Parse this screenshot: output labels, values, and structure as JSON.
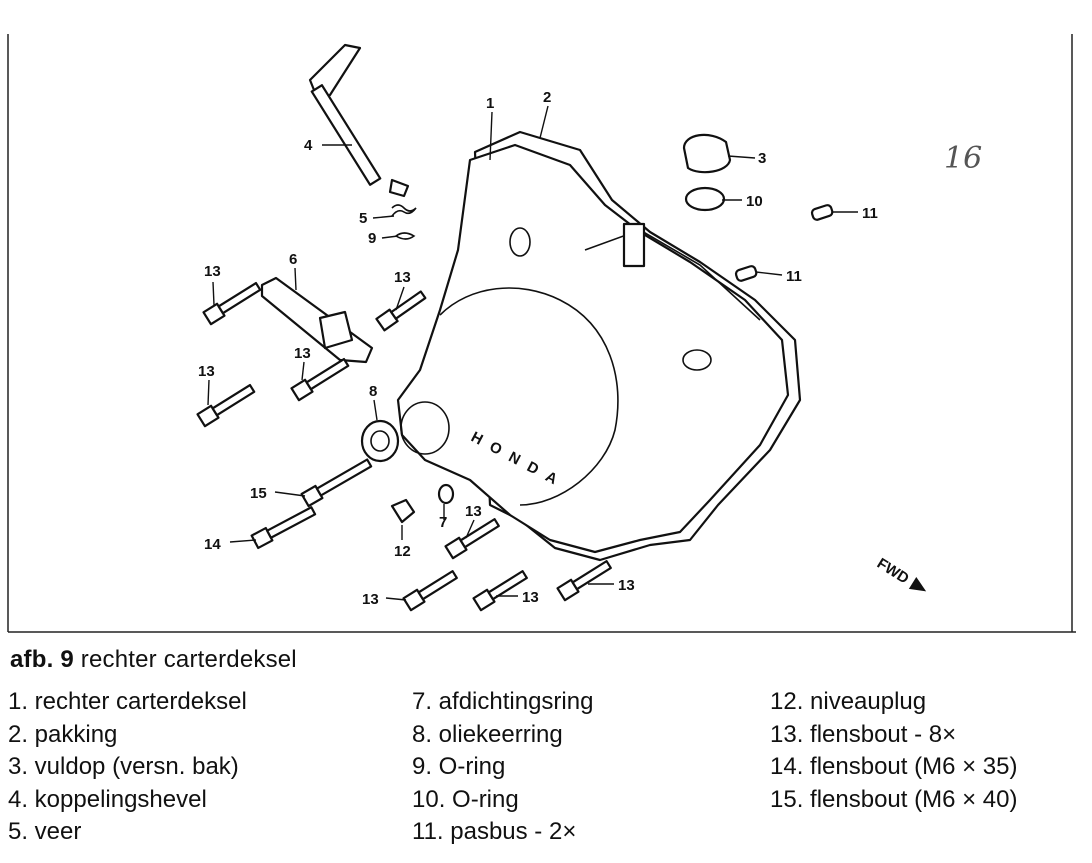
{
  "page_number": "16",
  "caption": {
    "prefix": "afb. 9",
    "text": " rechter carterdeksel"
  },
  "fwd_label": "FWD",
  "cover_logo": "HONDA",
  "callouts": [
    "1",
    "2",
    "3",
    "4",
    "5",
    "6",
    "7",
    "8",
    "9",
    "10",
    "11",
    "12",
    "13",
    "14",
    "15"
  ],
  "legend": {
    "col1": [
      "1. rechter carterdeksel",
      "2. pakking",
      "3. vuldop (versn. bak)",
      "4. koppelingshevel",
      "5. veer"
    ],
    "col2": [
      "7. afdichtingsring",
      "8. oliekeerring",
      "9. O-ring",
      "10. O-ring",
      "11. pasbus - 2×"
    ],
    "col3": [
      "12. niveauplug",
      "13. flensbout - 8×",
      "14. flensbout (M6 × 35)",
      "15. flensbout (M6 × 40)"
    ]
  }
}
